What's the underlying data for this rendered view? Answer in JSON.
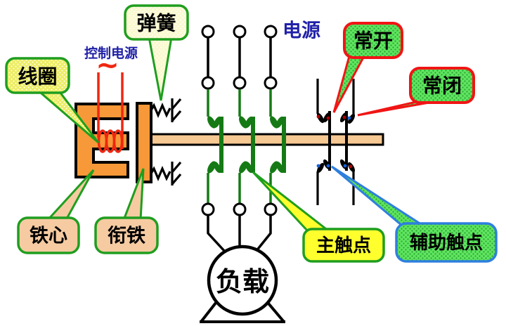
{
  "diagram": {
    "title_hint": "contactor-schematic",
    "labels": {
      "coil": "线圈",
      "spring": "弹簧",
      "control_power": "控制电源",
      "tilde": "~",
      "power": "电源",
      "normally_open": "常开",
      "normally_closed": "常闭",
      "iron_core": "铁心",
      "armature": "衔铁",
      "main_contact": "主触点",
      "aux_contact": "辅助触点",
      "load": "负载"
    },
    "colors": {
      "core_orange": "#F79938",
      "shaft_tan": "#F6C892",
      "wire_green": "#157A15",
      "label_green": "#5FE55F",
      "label_green_dot": "#2BA334",
      "label_yellow": "#EDED62",
      "label_cream": "#FAF9CF",
      "label_peach": "#F6CBA2",
      "main_contact_yellow": "#FFFF2E",
      "border_green": "#1F9E1F",
      "border_red": "#F01515",
      "border_blue": "#2E7FDE",
      "text_blue": "#2121A8",
      "coil_red": "#F02711",
      "contact_dot_red": "#B00000",
      "contact_dot_blue": "#1560D8",
      "black": "#000000"
    }
  }
}
